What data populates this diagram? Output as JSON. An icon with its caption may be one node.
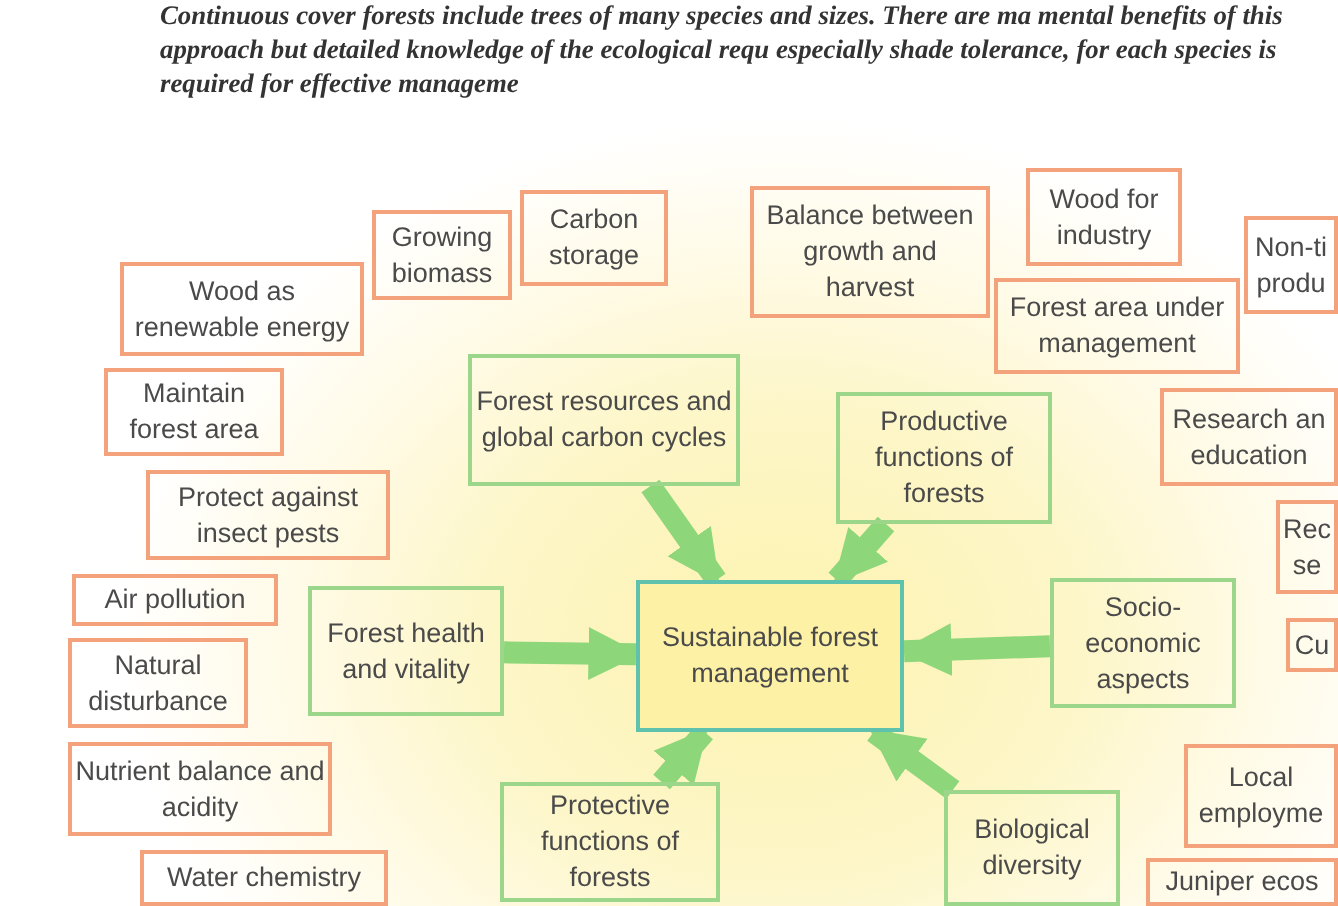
{
  "diagram": {
    "caption": "Continuous cover forests include trees of many species and sizes. There are ma mental benefits of this approach but detailed knowledge of the ecological requ especially shade tolerance, for each species is required for effective manageme",
    "nodes": [
      {
        "text": [
          "Wood for industry"
        ]
      },
      {
        "text": [
          "Balance between growth and harvest"
        ]
      },
      {
        "text": [
          "Carbon storage"
        ]
      },
      {
        "text": [
          "Growing biomass"
        ]
      },
      {
        "text": [
          "Non-ti produ"
        ]
      },
      {
        "text": [
          "Wood as renewable energy"
        ]
      },
      {
        "text": [
          "Forest area under management"
        ]
      },
      {
        "text": [
          "Forest resources and global carbon cycles"
        ]
      },
      {
        "text": [
          "Maintain forest area"
        ]
      },
      {
        "text": [
          "Research an education"
        ]
      },
      {
        "text": [
          "Productive functions of forests"
        ]
      },
      {
        "text": [
          "Protect against insect pests"
        ]
      },
      {
        "text": [
          "Rec se"
        ]
      },
      {
        "text": [
          "Air pollution"
        ]
      },
      {
        "text": [
          "Forest health and vitality"
        ]
      },
      {
        "text": [
          "Sustainable forest management"
        ]
      },
      {
        "text": [
          "Socio-economic aspects"
        ]
      },
      {
        "text": [
          "Cu"
        ]
      },
      {
        "text": [
          "Natural disturbance"
        ]
      },
      {
        "text": [
          "Nutrient balance and acidity"
        ]
      },
      {
        "text": [
          "Local employme"
        ]
      },
      {
        "text": [
          "Biological diversity"
        ]
      },
      {
        "text": [
          "Protective functions of forests"
        ]
      },
      {
        "text": [
          "Juniper ecos"
        ]
      },
      {
        "text": [
          "Water chemistry"
        ]
      }
    ],
    "edges": [
      {
        "from": 7,
        "to": 15,
        "arrow": "to"
      },
      {
        "from": 10,
        "to": 15,
        "arrow": "to"
      },
      {
        "from": 14,
        "to": 15,
        "arrow": "to"
      },
      {
        "from": 16,
        "to": 15,
        "arrow": "to"
      },
      {
        "from": 22,
        "to": 15,
        "arrow": "to"
      },
      {
        "from": 21,
        "to": 15,
        "arrow": "to"
      }
    ]
  }
}
